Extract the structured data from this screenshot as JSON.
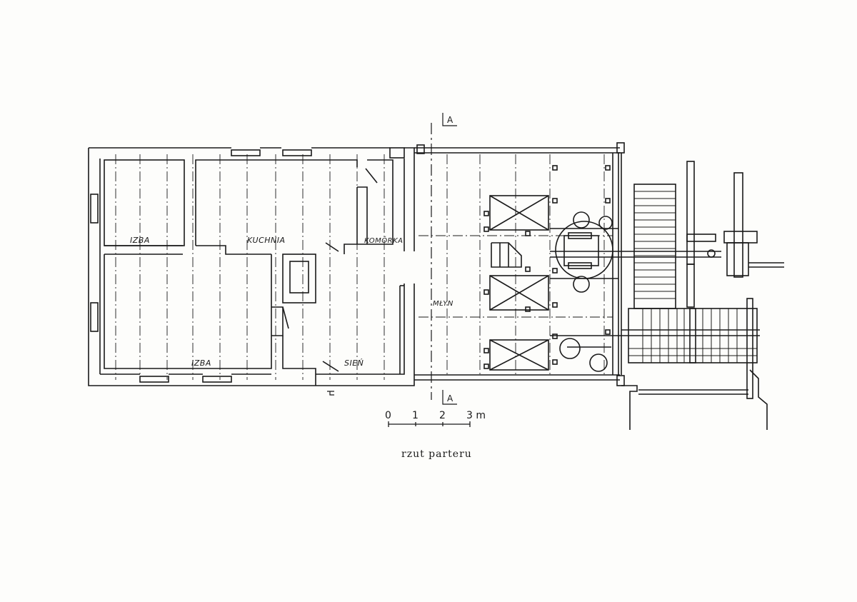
{
  "rooms": {
    "izba_top": "IZBA",
    "kuchnia": "KUCHNIA",
    "komorka": "KOMÓRKA",
    "izba_bottom": "IZBA",
    "sien": "SIEŃ",
    "mlyn": "MŁYN"
  },
  "section_markers": {
    "top": "A",
    "bottom": "A"
  },
  "scale": {
    "ticks": [
      "0",
      "1",
      "2",
      "3 m"
    ]
  },
  "caption": "rzut parteru"
}
